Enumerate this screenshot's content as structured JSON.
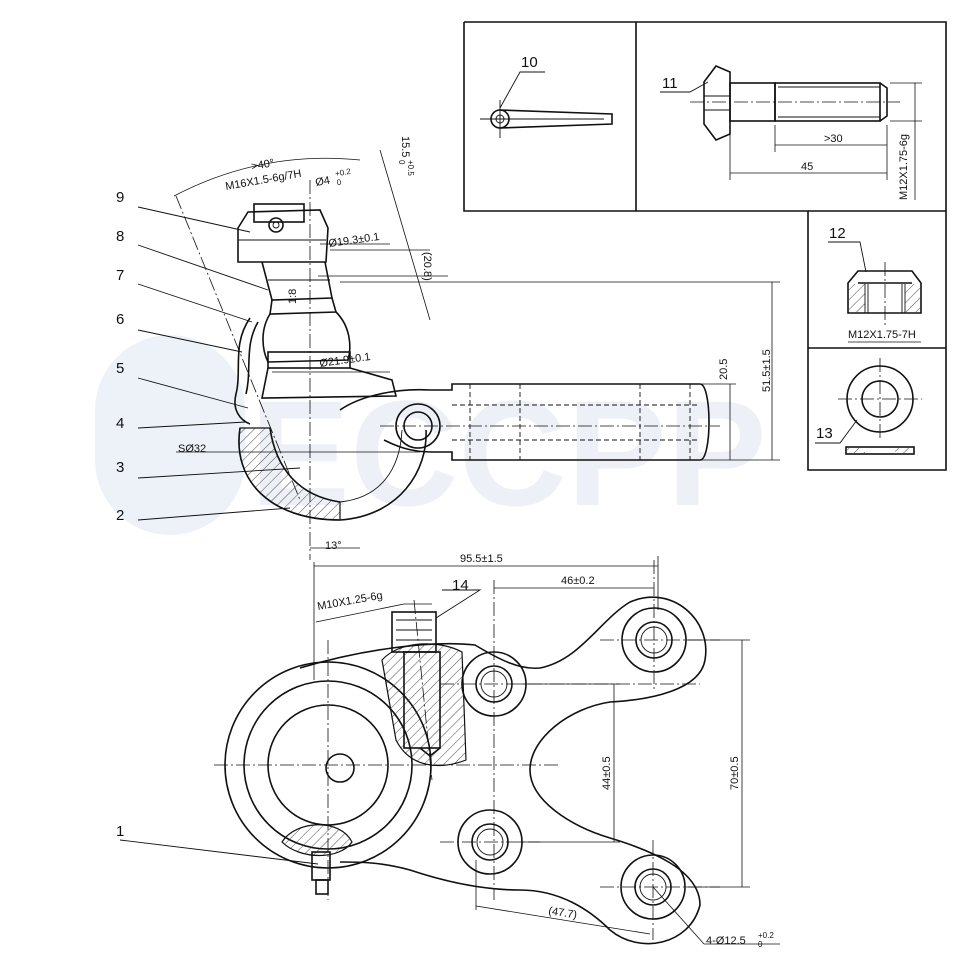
{
  "watermark": "ECCPP",
  "part_labels": {
    "p1": "1",
    "p2": "2",
    "p3": "3",
    "p4": "4",
    "p5": "5",
    "p6": "6",
    "p7": "7",
    "p8": "8",
    "p9": "9",
    "p10": "10",
    "p11": "11",
    "p12": "12",
    "p13": "13",
    "p14": "14"
  },
  "side_view": {
    "angle_top": ">40°",
    "thread_top": "M16X1.5-6g/7H",
    "hole_dia": "Ø4",
    "hole_tol_upper": "+0.2",
    "hole_tol_lower": "0",
    "height_15_5": "15.5",
    "height_15_5_tol_upper": "+0.5",
    "height_15_5_tol_lower": "0",
    "taper": "1:8",
    "dia_19_3": "Ø19.3±0.1",
    "dim_20_8": "(20.8)",
    "dia_21_9": "Ø21.9±0.1",
    "sphere": "SØ32",
    "angle_bottom": "13°",
    "dim_20_5": "20.5",
    "dim_51_5": "51.5±1.5"
  },
  "bolt_detail": {
    "thread": "M12X1.75-6g",
    "thread_len": ">30",
    "length": "45"
  },
  "nut_detail": {
    "thread": "M12X1.75-7H"
  },
  "plan_view": {
    "dim_95_5": "95.5±1.5",
    "dim_46": "46±0.2",
    "grease_thread": "M10X1.25-6g",
    "dim_44": "44±0.5",
    "dim_70": "70±0.5",
    "dim_47_7": "(47.7)",
    "holes": "4-Ø12.5",
    "holes_tol_upper": "+0.2",
    "holes_tol_lower": "0"
  }
}
